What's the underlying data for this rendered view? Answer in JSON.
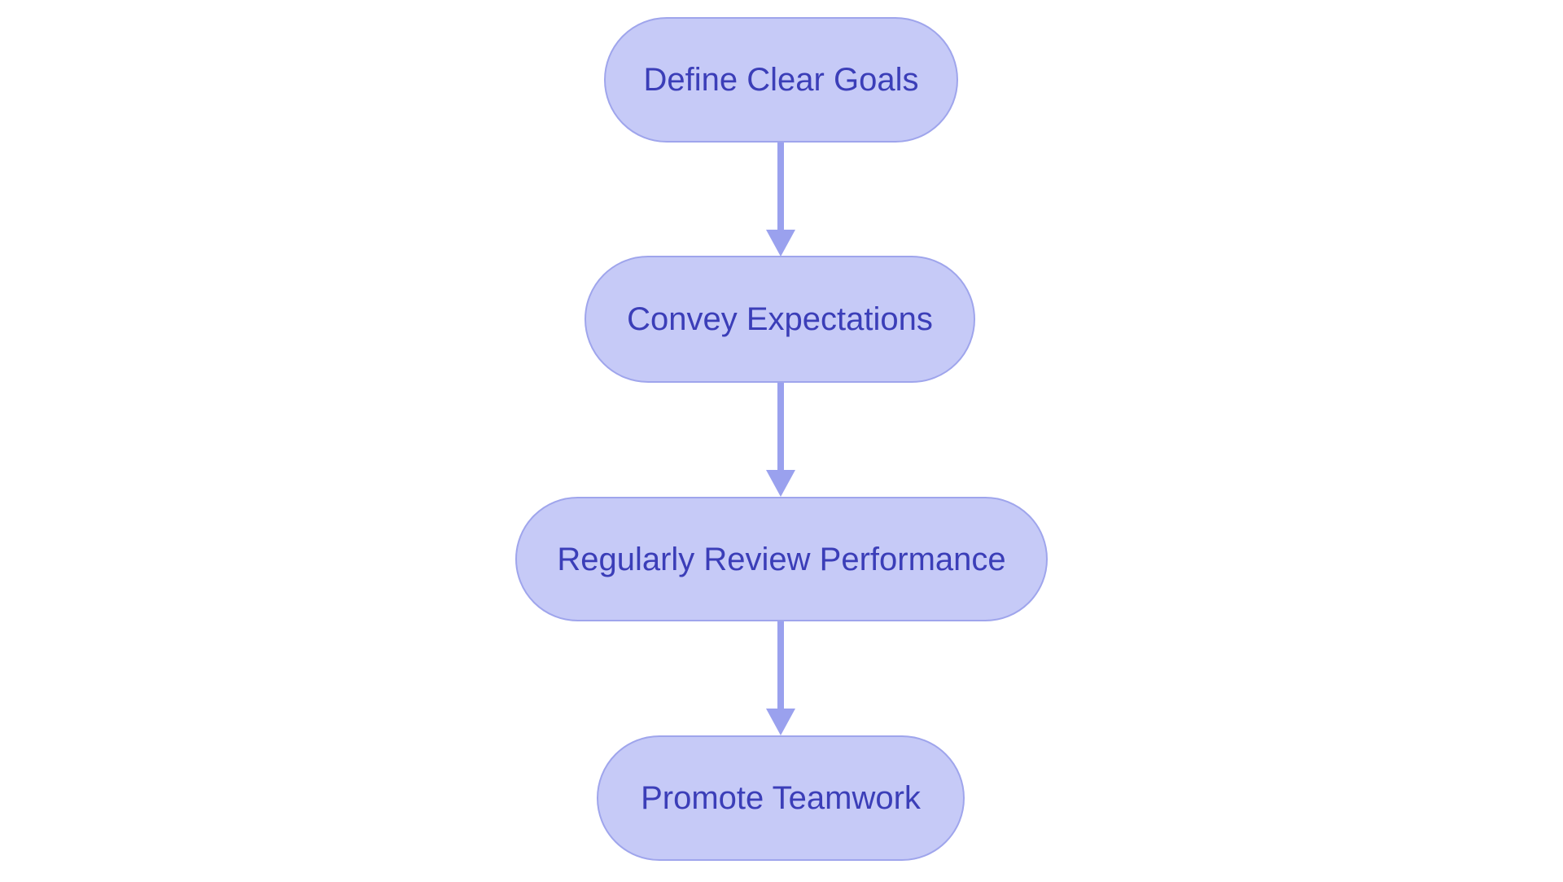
{
  "diagram": {
    "type": "flowchart",
    "direction": "top-down",
    "nodes": [
      {
        "id": "node-1",
        "label": "Define Clear Goals"
      },
      {
        "id": "node-2",
        "label": "Convey Expectations"
      },
      {
        "id": "node-3",
        "label": "Regularly Review Performance"
      },
      {
        "id": "node-4",
        "label": "Promote Teamwork"
      }
    ],
    "edges": [
      {
        "from": "Define Clear Goals",
        "to": "Convey Expectations"
      },
      {
        "from": "Convey Expectations",
        "to": "Regularly Review Performance"
      },
      {
        "from": "Regularly Review Performance",
        "to": "Promote Teamwork"
      }
    ],
    "colors": {
      "node_fill": "#c6caf7",
      "node_border": "#9fa5ec",
      "node_text": "#3b3eb8",
      "arrow": "#9aa1ee",
      "background": "#ffffff"
    }
  }
}
